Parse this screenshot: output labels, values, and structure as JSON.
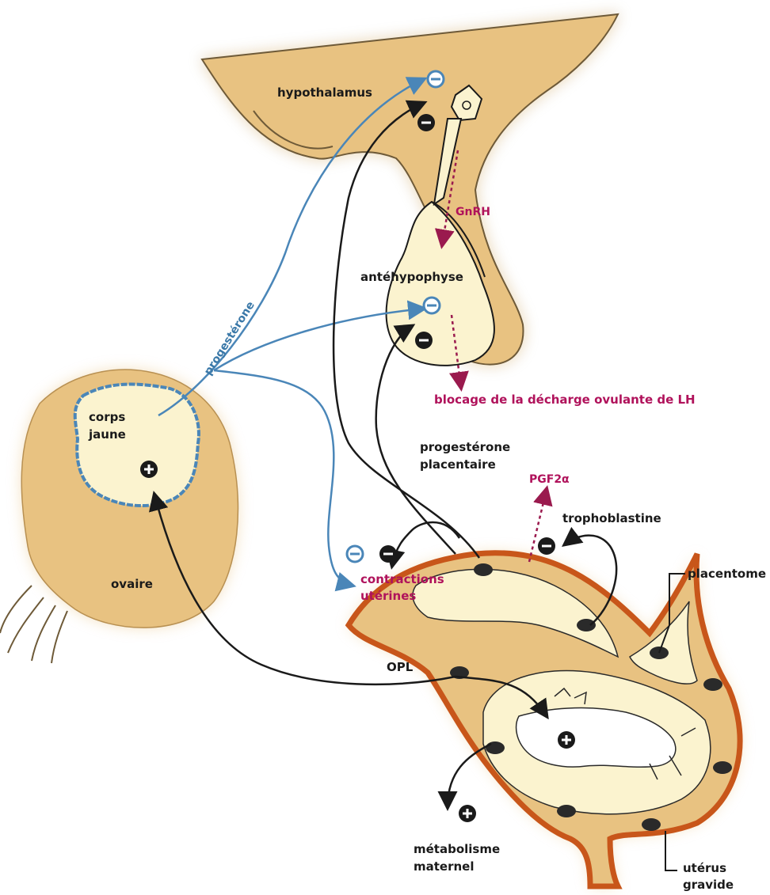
{
  "labels": {
    "hypothalamus": "hypothalamus",
    "gnrh": "GnRH",
    "antehypophyse": "antéhypophyse",
    "progesterone": "progestérone",
    "corps_jaune_1": "corps",
    "corps_jaune_2": "jaune",
    "ovaire": "ovaire",
    "blocage": "blocage de la décharge ovulante de LH",
    "prog_placentaire_1": "progestérone",
    "prog_placentaire_2": "placentaire",
    "pgf2": "PGF2α",
    "trophoblastine": "trophoblastine",
    "contractions_1": "contractions",
    "contractions_2": "utérines",
    "placentome": "placentome",
    "opl": "OPL",
    "metabolisme_1": "métabolisme",
    "metabolisme_2": "maternel",
    "uterus_1": "utérus",
    "uterus_2": "gravide"
  },
  "signs": {
    "minus": "−",
    "plus": "+"
  },
  "colors": {
    "tissue": "#e8c281",
    "tissue_light": "#fbf3cf",
    "uterus_wall": "#c8561a",
    "progesterone_arrow": "#4a86b8",
    "effect_arrow": "#1a1a1a",
    "secretion_arrow": "#9a1a4e"
  }
}
